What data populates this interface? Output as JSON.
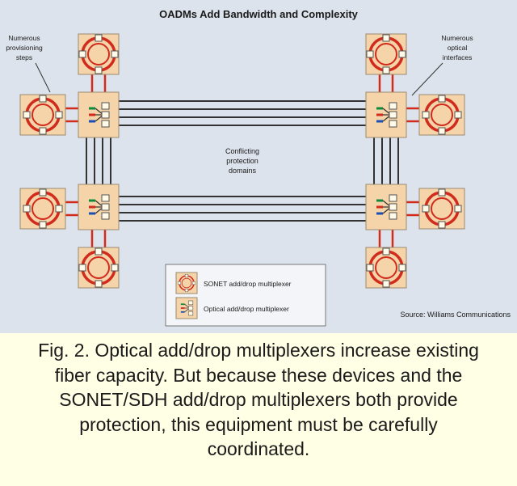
{
  "title": "OADMs Add Bandwidth and Complexity",
  "annotations": {
    "provisioning": [
      "Numerous",
      "provisioning",
      "steps"
    ],
    "interfaces": [
      "Numerous",
      "optical",
      "interfaces"
    ],
    "protection": [
      "Conflicting",
      "protection",
      "domains"
    ]
  },
  "legend": {
    "sonet": "SONET add/drop multiplexer",
    "oadm": "Optical add/drop multiplexer"
  },
  "source": "Source: Williams Communications",
  "caption": [
    "Fig. 2. Optical add/drop multiplexers increase existing",
    "fiber capacity. But because these devices and the",
    "SONET/SDH add/drop multiplexers both provide",
    "protection, this equipment must be carefully",
    "coordinated."
  ],
  "colors": {
    "figure_bg": "#dde3ec",
    "node_bg": "#f4d4a8",
    "ring": "#d12b1e",
    "fiber": "#333333",
    "green": "#0f8a3c",
    "blue": "#1b4fb3",
    "caption_bg": "#ffffe6"
  }
}
